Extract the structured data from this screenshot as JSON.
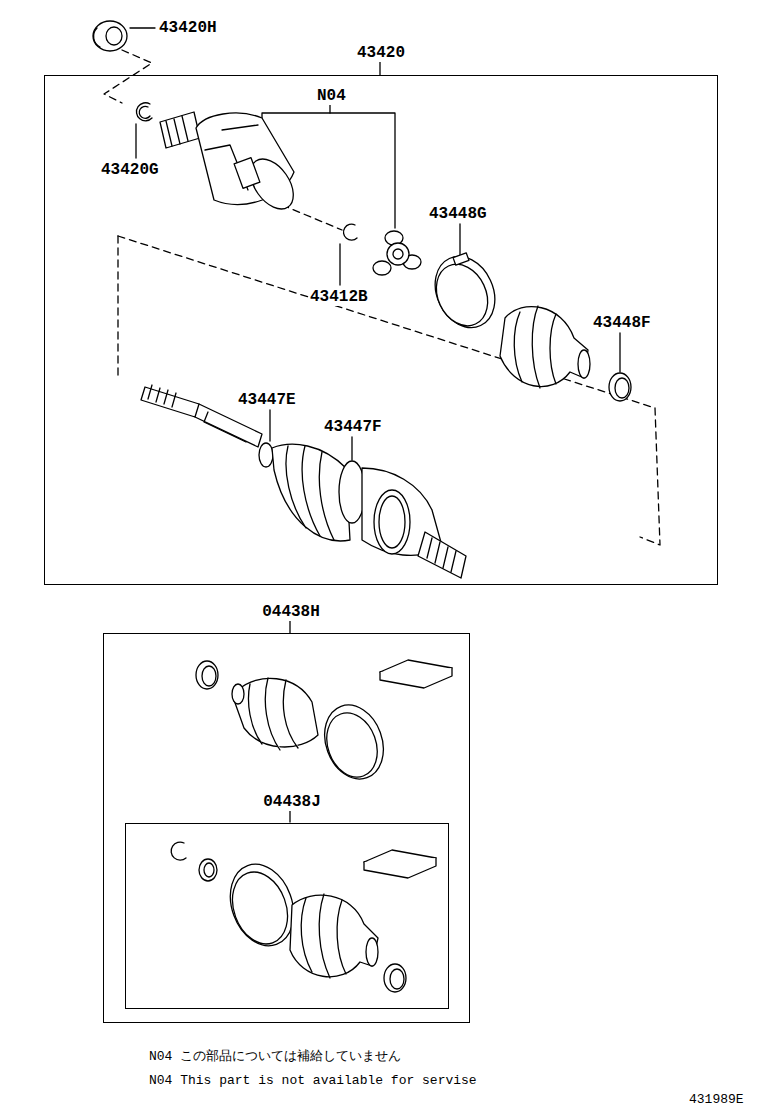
{
  "diagram": {
    "nodes": [
      {
        "text": [
          "43420"
        ]
      },
      {
        "text": [
          "04438H"
        ]
      },
      {
        "text": [
          "04438J"
        ],
        "in": 1
      }
    ],
    "labels": [
      "43420H",
      "43420G",
      "N04",
      "43412B",
      "43448G",
      "43448F",
      "43447E",
      "43447F",
      "N04 この部品については補給していません",
      "N04 This part is not available for servise",
      "431989E"
    ]
  }
}
